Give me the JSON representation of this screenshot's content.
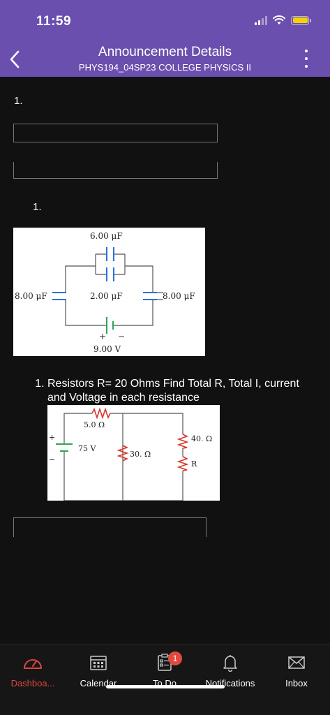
{
  "status_bar": {
    "time": "11:59"
  },
  "header": {
    "title": "Announcement Details",
    "course": "PHYS194_04SP23 COLLEGE PHYSICS II"
  },
  "content": {
    "list_number_1": "1.",
    "list_number_2": "1.",
    "capacitor_figure": {
      "labels": {
        "top_cap": "6.00 μF",
        "left_cap": "8.00 μF",
        "middle_cap": "2.00 μF",
        "right_cap": "8.00 μF",
        "battery": "9.00 V",
        "plus": "+",
        "minus": "−"
      }
    },
    "question": "Resistors R= 20 Ohms Find Total R, Total I, current and Voltage in each resistance",
    "resistor_figure": {
      "labels": {
        "r1": "5.0 Ω",
        "r2": "30. Ω",
        "r3": "40. Ω",
        "r4": "R",
        "battery": "75 V",
        "plus": "+",
        "minus": "−"
      }
    }
  },
  "tabbar": {
    "items": [
      {
        "label": "Dashboa...",
        "icon": "dashboard-icon",
        "active": true
      },
      {
        "label": "Calendar",
        "icon": "calendar-icon",
        "active": false
      },
      {
        "label": "To Do",
        "icon": "todo-icon",
        "active": false,
        "badge": "1"
      },
      {
        "label": "Notifications",
        "icon": "bell-icon",
        "active": false
      },
      {
        "label": "Inbox",
        "icon": "inbox-icon",
        "active": false
      }
    ]
  },
  "colors": {
    "header": "#6a4fae",
    "background": "#111111",
    "active_tab": "#d9463e",
    "badge": "#e24a3f",
    "resistor_red": "#d8332a",
    "capacitor_blue": "#2f6fd6",
    "battery_green": "#2fa35a"
  }
}
